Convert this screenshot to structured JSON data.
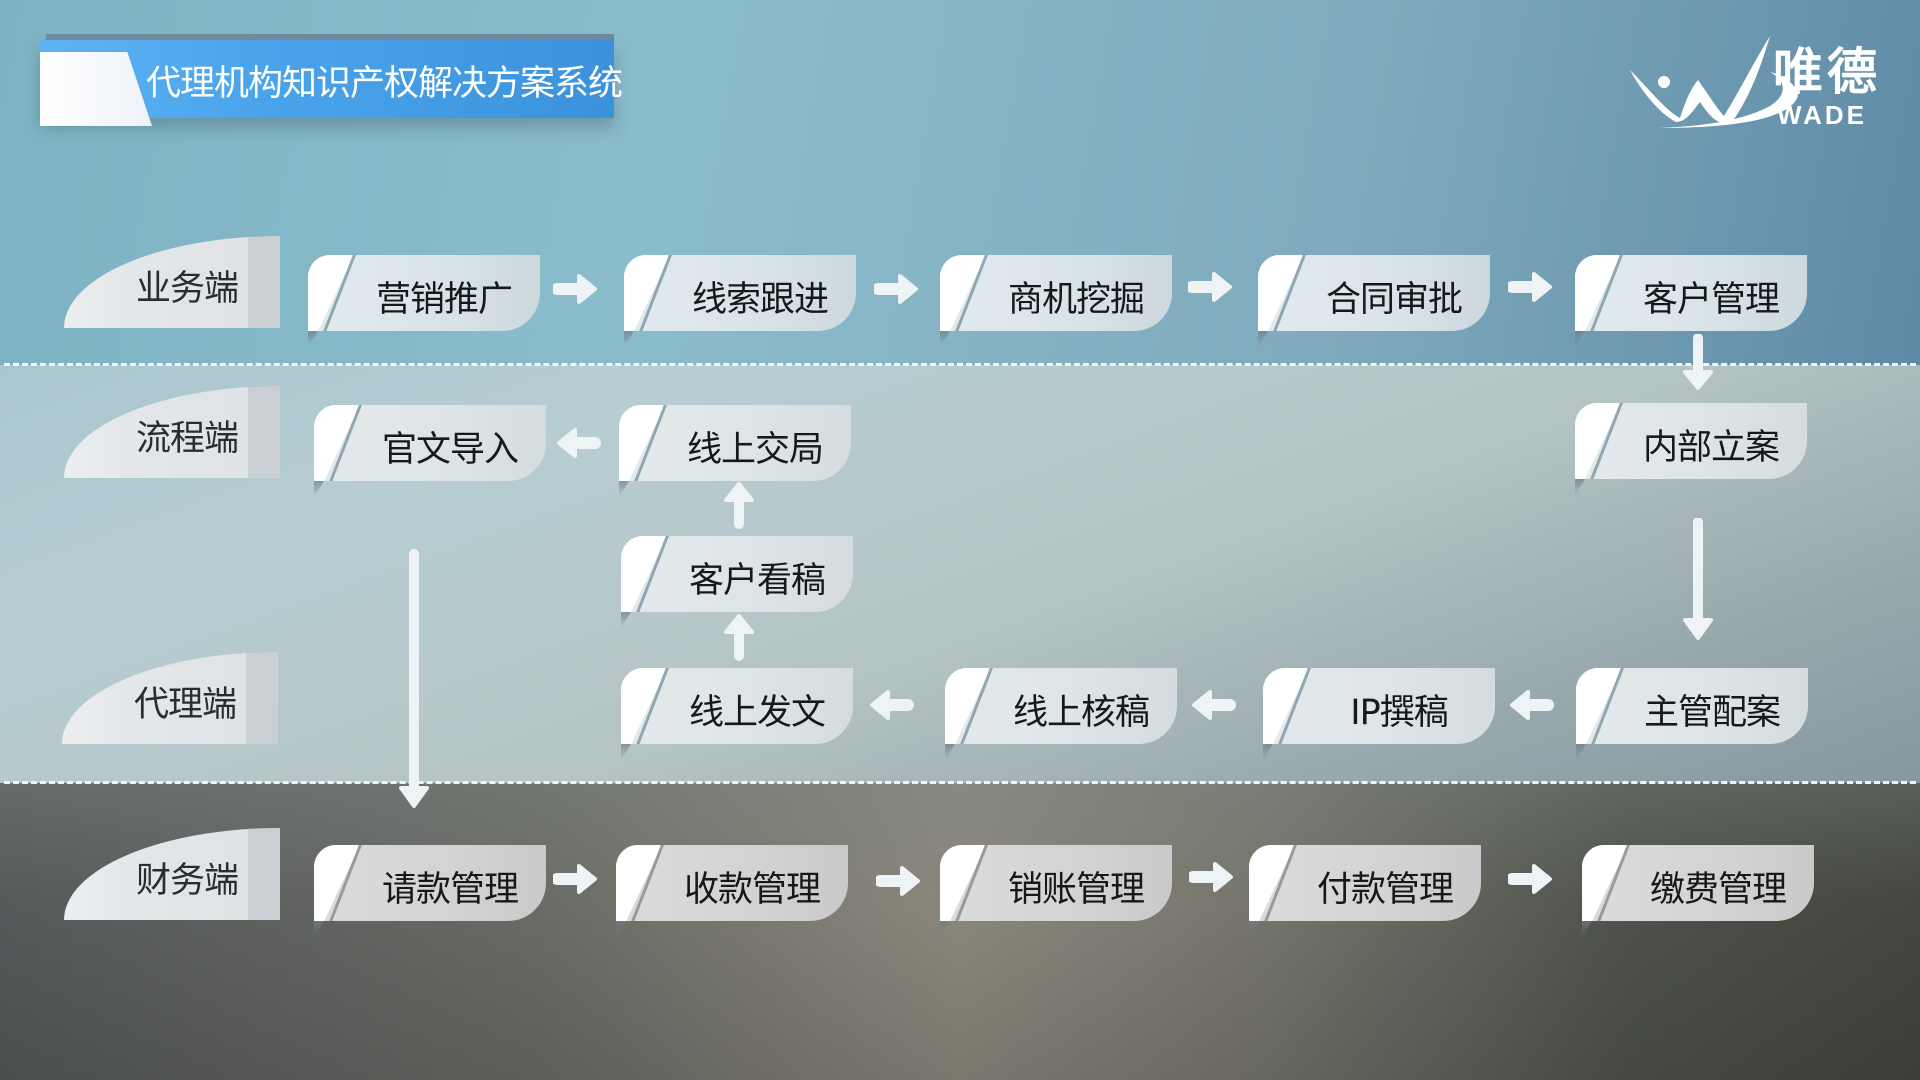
{
  "title": "代理机构知识产权解决方案系统",
  "logo": {
    "cn": "唯德",
    "en": "WADE",
    "icon": "wade-logo-icon"
  },
  "colors": {
    "title_banner": "#4aa3ea",
    "node_fill": "#dbe5ea",
    "node_text": "#16191b",
    "arrow": "#eef3f5",
    "dash_line": "#f2f5f6"
  },
  "lanes": [
    {
      "label": "业务端"
    },
    {
      "label": "流程端"
    },
    {
      "label": "代理端"
    },
    {
      "label": "财务端"
    }
  ],
  "nodes": {
    "business": [
      "营销推广",
      "线索跟进",
      "商机挖掘",
      "合同审批",
      "客户管理"
    ],
    "process": {
      "official_import": "官文导入",
      "online_submit": "线上交局",
      "internal_filing": "内部立案",
      "client_review": "客户看稿"
    },
    "agent": [
      "线上发文",
      "线上核稿",
      "IP撰稿",
      "主管配案"
    ],
    "finance": [
      "请款管理",
      "收款管理",
      "销账管理",
      "付款管理",
      "缴费管理"
    ]
  },
  "flow": [
    "营销推广 → 线索跟进 → 商机挖掘 → 合同审批 → 客户管理",
    "客户管理 ↓ 内部立案 ↓ 主管配案",
    "主管配案 ← IP撰稿 ← 线上核稿 ← 线上发文",
    "线上发文 ↑ 客户看稿 ↑ 线上交局 ← 官文导入",
    "官文导入 ↓ 请款管理",
    "请款管理 → 收款管理 → 销账管理 → 付款管理 → 缴费管理"
  ]
}
